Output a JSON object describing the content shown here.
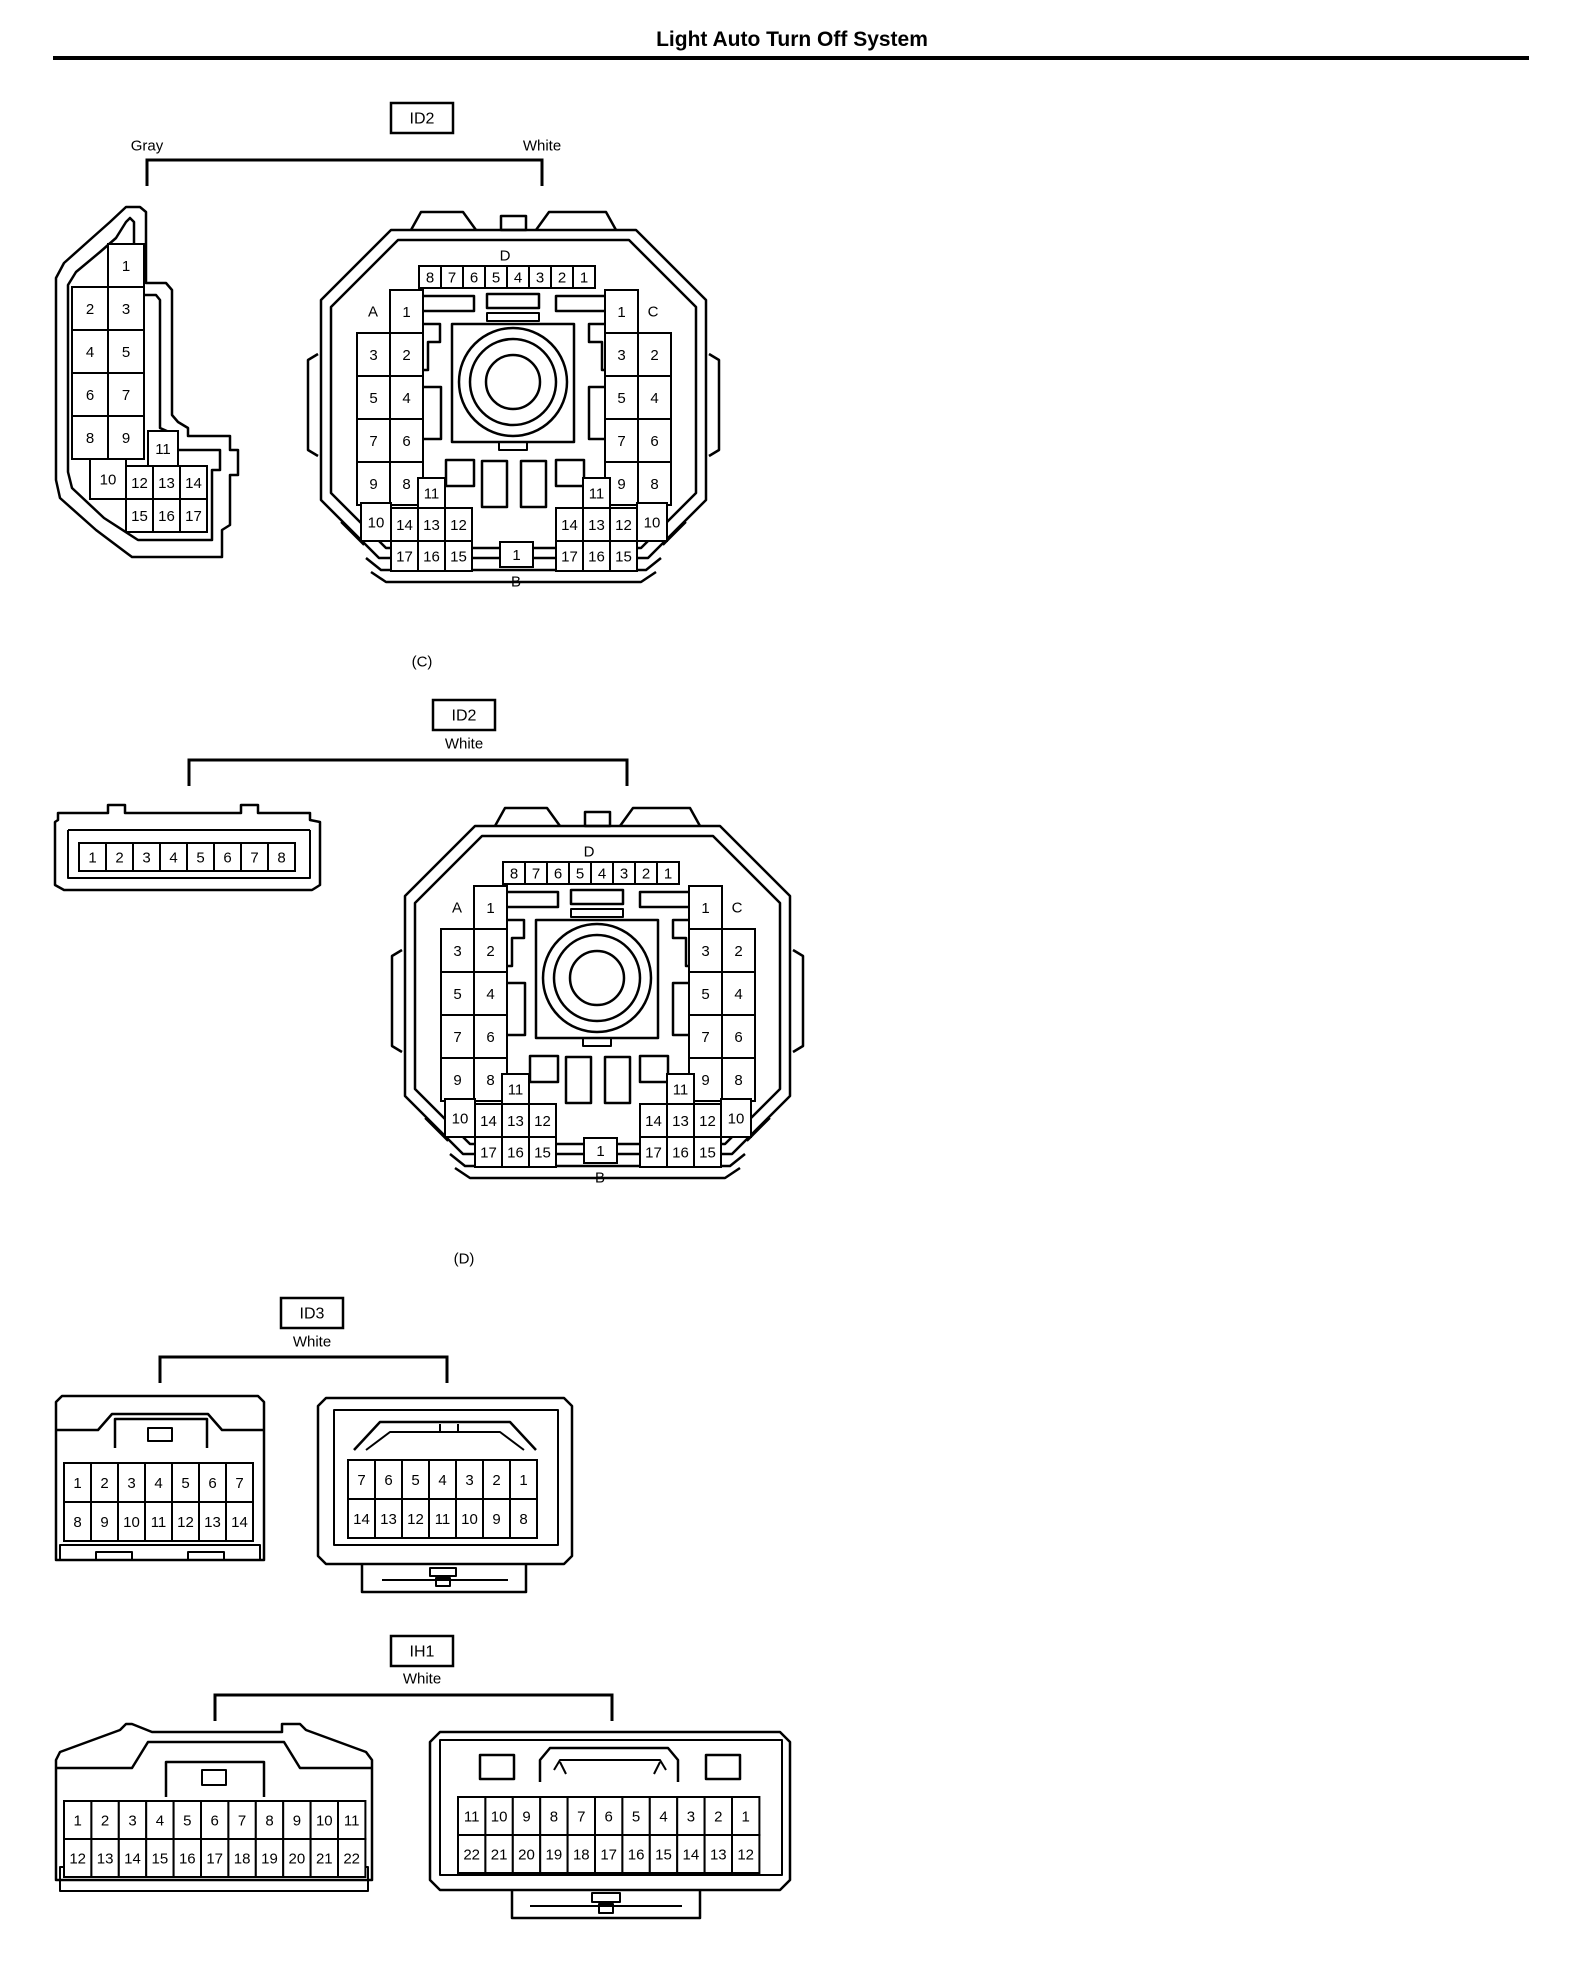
{
  "title": "Light Auto Turn Off System",
  "sections": [
    {
      "id": "ID2",
      "colors": [
        "Gray",
        "White"
      ],
      "caption": "(C)"
    },
    {
      "id": "ID2",
      "colors": [
        "White"
      ],
      "caption": "(D)"
    },
    {
      "id": "ID3",
      "colors": [
        "White"
      ],
      "caption": ""
    },
    {
      "id": "IH1",
      "colors": [
        "White"
      ],
      "caption": ""
    }
  ],
  "big_connector": {
    "block_a_letter": "A",
    "block_b_letter": "B",
    "block_c_letter": "C",
    "block_d_letter": "D",
    "block_d_pins": [
      "8",
      "7",
      "6",
      "5",
      "4",
      "3",
      "2",
      "1"
    ],
    "block_a_pins": [
      [
        "",
        "1"
      ],
      [
        "3",
        "2"
      ],
      [
        "5",
        "4"
      ],
      [
        "7",
        "6"
      ],
      [
        "9",
        "8"
      ]
    ],
    "block_c_pins": [
      [
        "1",
        ""
      ],
      [
        "3",
        "2"
      ],
      [
        "5",
        "4"
      ],
      [
        "7",
        "6"
      ],
      [
        "9",
        "8"
      ]
    ],
    "left_sub": [
      [
        "",
        "",
        "11"
      ],
      [
        "10",
        "14",
        "13",
        "12"
      ],
      [
        "",
        "17",
        "16",
        "15"
      ]
    ],
    "right_sub": [
      [
        "11",
        ""
      ],
      [
        "14",
        "13",
        "12",
        "10"
      ],
      [
        "17",
        "16",
        "15"
      ]
    ],
    "block_b_pin": "1"
  },
  "gray_connector": {
    "rows": [
      [
        "",
        "1"
      ],
      [
        "2",
        "3"
      ],
      [
        "4",
        "5"
      ],
      [
        "6",
        "7"
      ],
      [
        "8",
        "9"
      ]
    ],
    "pin_11": "11",
    "pin_10": "10",
    "row_12": [
      "12",
      "13",
      "14"
    ],
    "row_15": [
      "15",
      "16",
      "17"
    ]
  },
  "eight_pin_connector": {
    "pins": [
      "1",
      "2",
      "3",
      "4",
      "5",
      "6",
      "7",
      "8"
    ]
  },
  "id3_left": {
    "rows": [
      [
        "1",
        "2",
        "3",
        "4",
        "5",
        "6",
        "7"
      ],
      [
        "8",
        "9",
        "10",
        "11",
        "12",
        "13",
        "14"
      ]
    ]
  },
  "id3_right": {
    "rows": [
      [
        "7",
        "6",
        "5",
        "4",
        "3",
        "2",
        "1"
      ],
      [
        "14",
        "13",
        "12",
        "11",
        "10",
        "9",
        "8"
      ]
    ]
  },
  "ih1_left": {
    "rows": [
      [
        "1",
        "2",
        "3",
        "4",
        "5",
        "6",
        "7",
        "8",
        "9",
        "10",
        "11"
      ],
      [
        "12",
        "13",
        "14",
        "15",
        "16",
        "17",
        "18",
        "19",
        "20",
        "21",
        "22"
      ]
    ]
  },
  "ih1_right": {
    "rows": [
      [
        "11",
        "10",
        "9",
        "8",
        "7",
        "6",
        "5",
        "4",
        "3",
        "2",
        "1"
      ],
      [
        "22",
        "21",
        "20",
        "19",
        "18",
        "17",
        "16",
        "15",
        "14",
        "13",
        "12"
      ]
    ]
  }
}
